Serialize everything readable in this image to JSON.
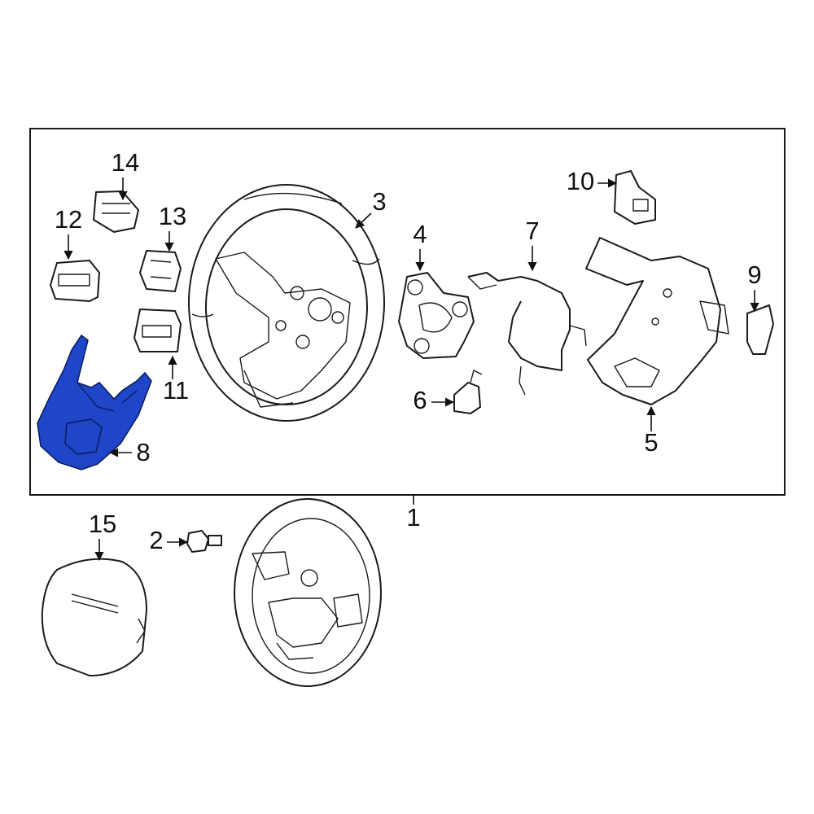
{
  "callouts": {
    "c1": "1",
    "c2": "2",
    "c3": "3",
    "c4": "4",
    "c5": "5",
    "c6": "6",
    "c7": "7",
    "c8": "8",
    "c9": "9",
    "c10": "10",
    "c11": "11",
    "c12": "12",
    "c13": "13",
    "c14": "14",
    "c15": "15"
  },
  "highlighted_part": "8",
  "colors": {
    "highlight": "#1f45c8",
    "line": "#1a1a1a",
    "background": "#ffffff"
  }
}
